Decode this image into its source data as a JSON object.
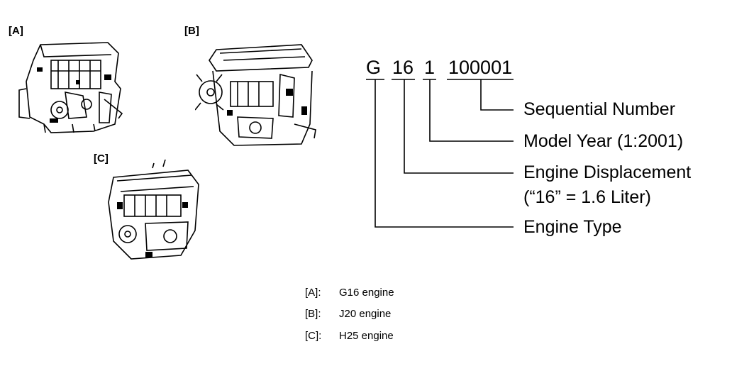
{
  "figures": [
    {
      "id": "A",
      "label": "[A]"
    },
    {
      "id": "B",
      "label": "[B]"
    },
    {
      "id": "C",
      "label": "[C]"
    }
  ],
  "engine_number": {
    "parts": [
      "G",
      "16",
      "1",
      "100001"
    ],
    "descriptions": {
      "sequential": "Sequential Number",
      "model_year": "Model Year (1:2001)",
      "displacement_line1": "Engine Displacement",
      "displacement_line2": "(“16” = 1.6 Liter)",
      "type": "Engine Type"
    }
  },
  "legend": [
    {
      "key": "[A]:",
      "value": "G16 engine"
    },
    {
      "key": "[B]:",
      "value": "J20 engine"
    },
    {
      "key": "[C]:",
      "value": "H25 engine"
    }
  ]
}
